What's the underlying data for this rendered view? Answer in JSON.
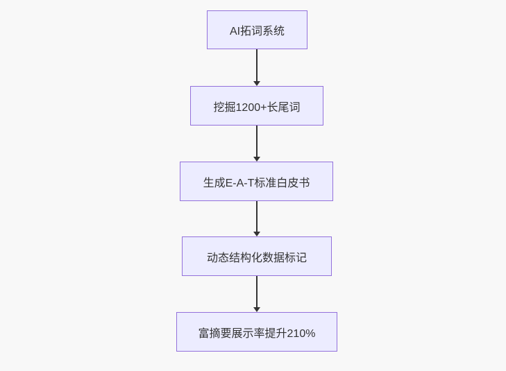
{
  "diagram": {
    "type": "flowchart",
    "direction": "top-to-bottom",
    "nodes": [
      {
        "label": "AI拓词系统"
      },
      {
        "label": "挖掘1200+长尾词"
      },
      {
        "label": "生成E-A-T标准白皮书"
      },
      {
        "label": "动态结构化数据标记"
      },
      {
        "label": "富摘要展示率提升210%"
      }
    ],
    "edges": [
      {
        "from": 0,
        "to": 1,
        "arrow": "down"
      },
      {
        "from": 1,
        "to": 2,
        "arrow": "down"
      },
      {
        "from": 2,
        "to": 3,
        "arrow": "down"
      },
      {
        "from": 3,
        "to": 4,
        "arrow": "down"
      }
    ],
    "colors": {
      "node_fill": "#ececff",
      "node_border": "#9370db",
      "node_text": "#333333",
      "edge_line": "#333333",
      "background": "#f8f8f8"
    }
  }
}
